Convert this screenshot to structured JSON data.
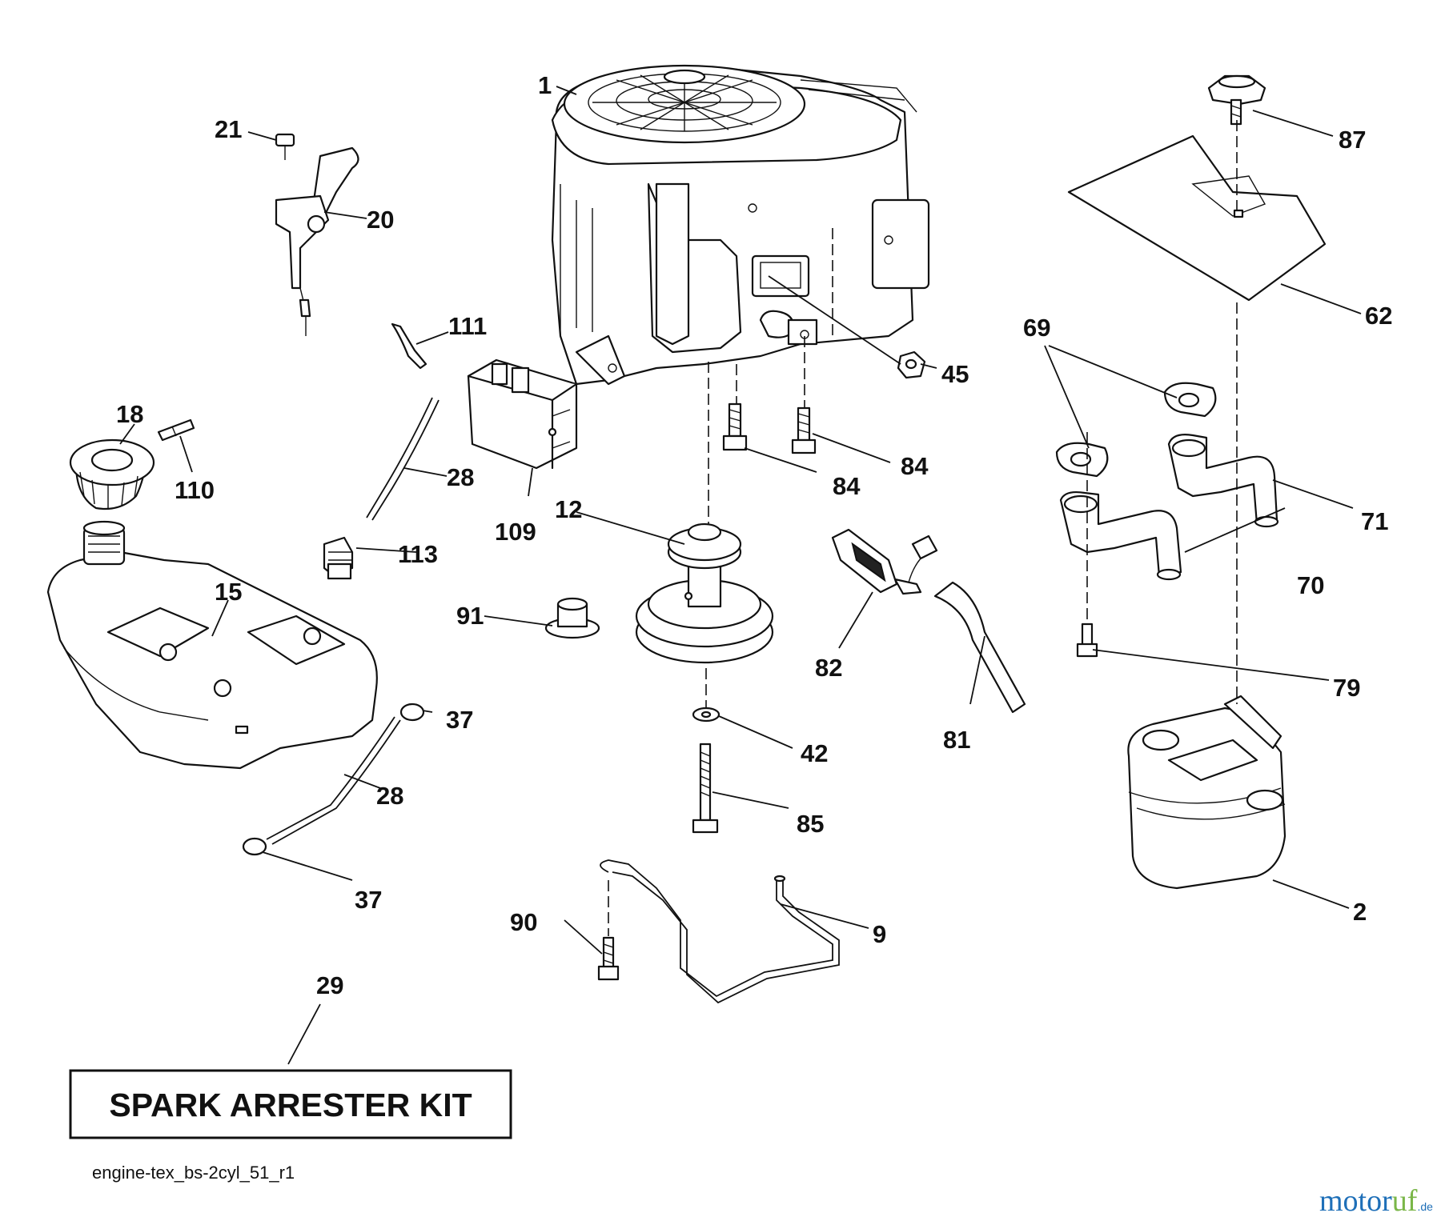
{
  "kit_label": "SPARK ARRESTER KIT",
  "diagram_ref": "engine-tex_bs-2cyl_51_r1",
  "watermark": {
    "part_a": "motor",
    "part_b": "uf",
    "suffix": ".de",
    "color_a": "#1e6fb8",
    "color_b": "#7ab648"
  },
  "callouts": {
    "c1": "1",
    "c2": "2",
    "c9": "9",
    "c12": "12",
    "c15": "15",
    "c18": "18",
    "c20": "20",
    "c21": "21",
    "c28a": "28",
    "c28b": "28",
    "c29": "29",
    "c37a": "37",
    "c37b": "37",
    "c42": "42",
    "c45": "45",
    "c62": "62",
    "c69": "69",
    "c70": "70",
    "c71": "71",
    "c79": "79",
    "c81": "81",
    "c82": "82",
    "c84a": "84",
    "c84b": "84",
    "c85": "85",
    "c87": "87",
    "c90": "90",
    "c91": "91",
    "c109": "109",
    "c110": "110",
    "c111": "111",
    "c113": "113"
  }
}
